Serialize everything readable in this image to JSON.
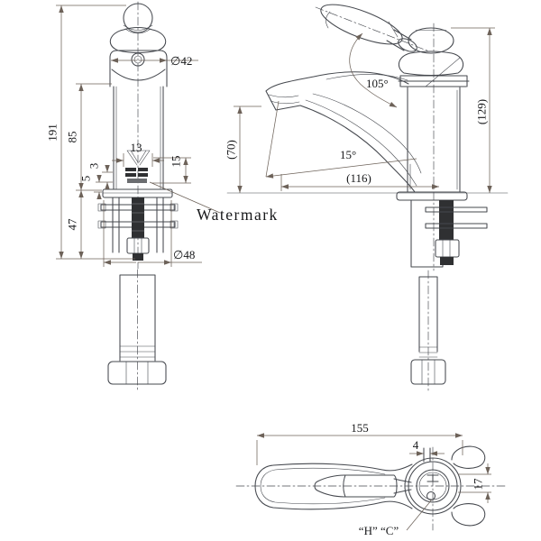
{
  "colors": {
    "paper": "#ffffff",
    "line": "#45484e",
    "dim": "#6d6259",
    "text": "#17181a",
    "fill_dark": "#2f3032"
  },
  "front": {
    "total_height": "191",
    "upper_height": "85",
    "lower_height": "47",
    "gap5": "5",
    "gap3": "3",
    "mark_width": "13",
    "mark_offset": "15",
    "cap_diameter": "∅42",
    "base_diameter": "∅48",
    "watermark": "Watermark"
  },
  "side": {
    "handle_angle": "105°",
    "spout_angle": "15°",
    "outlet_height": "(70)",
    "reach": "(116)",
    "deck_height": "(129)"
  },
  "top": {
    "overall_length": "155",
    "slot_width": "4",
    "fork_gap": "17",
    "hot_cold": "“H” “C”"
  }
}
